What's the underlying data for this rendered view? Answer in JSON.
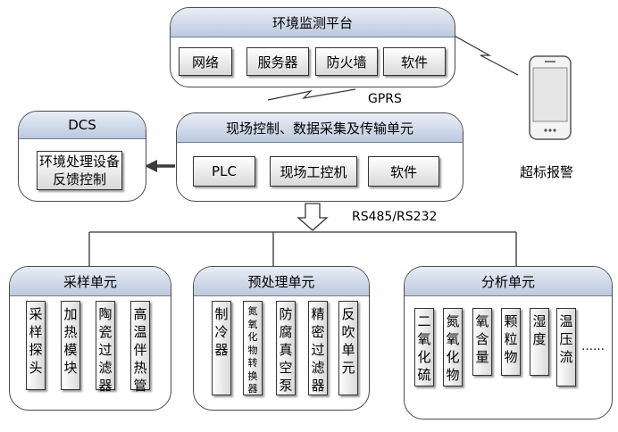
{
  "platform": {
    "title": "环境监测平台",
    "items": [
      "网络",
      "服务器",
      "防火墙",
      "软件"
    ]
  },
  "control": {
    "title": "现场控制、数据采集及传输单元",
    "items": [
      "PLC",
      "现场工控机",
      "软件"
    ]
  },
  "dcs": {
    "title": "DCS",
    "item": "环境处理设备反馈控制"
  },
  "links": {
    "gprs": "GPRS",
    "rs": "RS485/RS232",
    "alarm": "超标报警"
  },
  "units": [
    {
      "title": "采样单元",
      "items": [
        "采样探头",
        "加热模块",
        "陶瓷过滤器",
        "高温伴热管"
      ]
    },
    {
      "title": "预处理单元",
      "items": [
        "制冷器",
        "氮氧化物转换器",
        "防腐真空泵",
        "精密过滤器",
        "反吹单元"
      ]
    },
    {
      "title": "分析单元",
      "items": [
        "二氧化硫",
        "氮氧化物",
        "氧含量",
        "颗粒物",
        "湿度",
        "温压流"
      ],
      "more": "……"
    }
  ]
}
